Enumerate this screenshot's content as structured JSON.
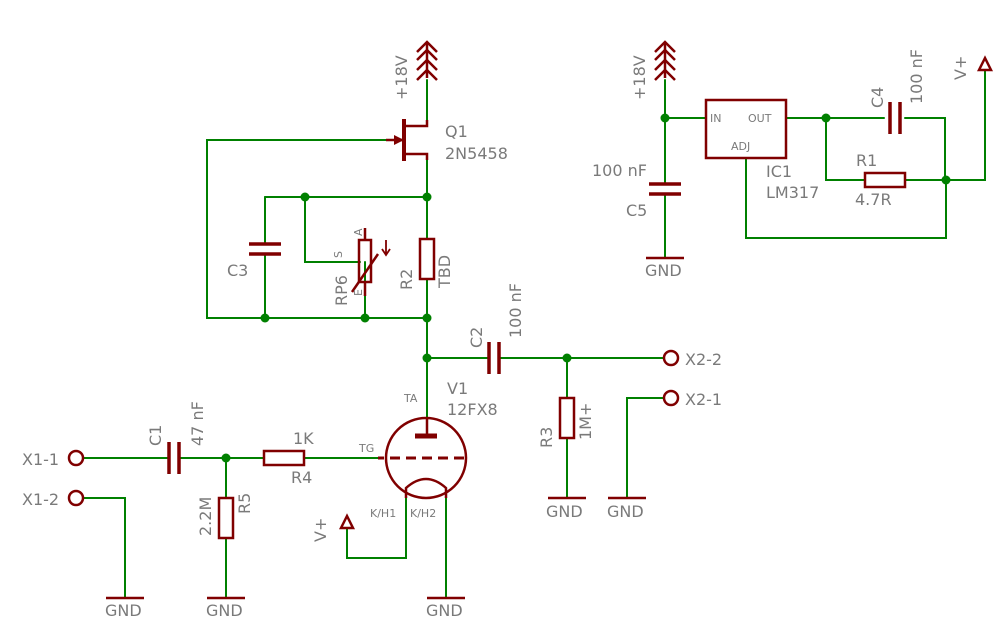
{
  "colors": {
    "wire": "#008000",
    "component": "#800000",
    "text": "#7a7a7a",
    "background": "#ffffff"
  },
  "supplies": {
    "plus18_left": "+18V",
    "plus18_right": "+18V",
    "vplus_top": "V+",
    "vplus_bottom": "V+"
  },
  "q1": {
    "name": "Q1",
    "value": "2N5458"
  },
  "ic1": {
    "name": "IC1",
    "value": "LM317",
    "pin_in": "IN",
    "pin_out": "OUT",
    "pin_adj": "ADJ"
  },
  "c5": {
    "name": "C5",
    "value": "100 nF"
  },
  "c4": {
    "name": "C4",
    "value": "100 nF"
  },
  "r1": {
    "name": "R1",
    "value": "4.7R"
  },
  "c3": {
    "name": "C3"
  },
  "rp6": {
    "name": "RP6",
    "pin_s": "S",
    "pin_a": "A",
    "pin_e": "E"
  },
  "r2": {
    "name": "R2",
    "value": "TBD"
  },
  "c2": {
    "name": "C2",
    "value": "100 nF"
  },
  "v1": {
    "name": "V1",
    "value": "12FX8",
    "pin_ta": "TA",
    "pin_tg": "TG",
    "pin_kh1": "K/H1",
    "pin_kh2": "K/H2"
  },
  "c1": {
    "name": "C1",
    "value": "47 nF"
  },
  "r4": {
    "name": "R4",
    "value": "1K"
  },
  "r5": {
    "name": "R5",
    "value": "2.2M"
  },
  "r3": {
    "name": "R3",
    "value": "1M+"
  },
  "connectors": {
    "x1_1": "X1-1",
    "x1_2": "X1-2",
    "x2_1": "X2-1",
    "x2_2": "X2-2"
  },
  "ground": {
    "label": "GND"
  }
}
